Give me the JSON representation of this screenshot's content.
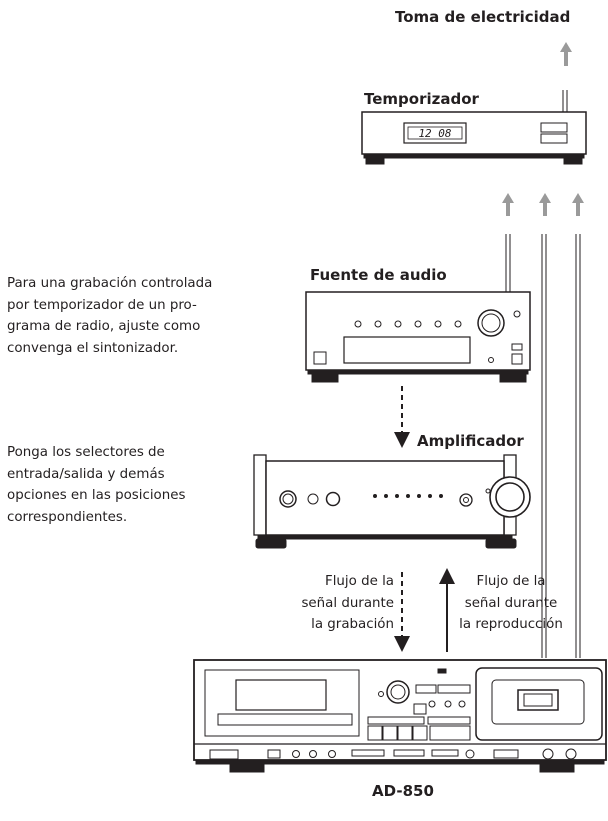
{
  "labels": {
    "outlet": "Toma de electricidad",
    "timer": "Temporizador",
    "audio_source": "Fuente de audio",
    "amplifier": "Amplificador",
    "deck_model": "AD-850"
  },
  "timer_display": "12 08",
  "instructions": {
    "tuner_lines": [
      "Para una grabación controlada",
      "por temporizador de un pro-",
      "grama de radio, ajuste como",
      "convenga el sintonizador."
    ],
    "amp_lines": [
      "Ponga los selectores de",
      "entrada/salida y demás",
      "opciones en las posiciones",
      "correspondientes."
    ]
  },
  "flows": {
    "recording_lines": [
      "Flujo de la",
      "señal durante",
      "la grabación"
    ],
    "playback_lines": [
      "Flujo de la",
      "señal durante",
      "la reproducción"
    ]
  }
}
